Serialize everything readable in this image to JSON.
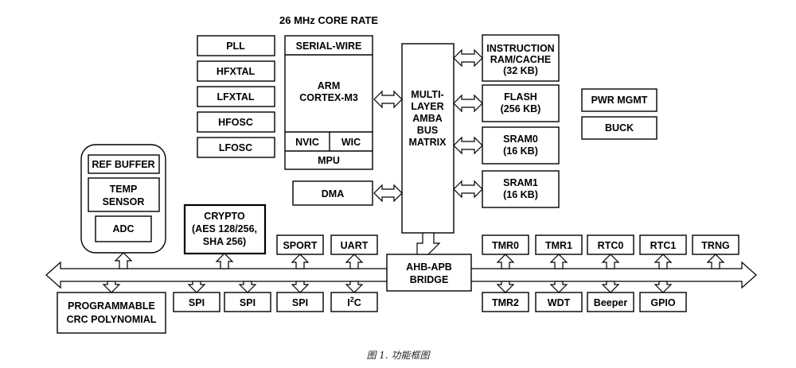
{
  "title": "26 MHz CORE RATE",
  "clocks": {
    "pll": "PLL",
    "hfxtal": "HFXTAL",
    "lfxtal": "LFXTAL",
    "hfosc": "HFOSC",
    "lfosc": "LFOSC"
  },
  "cpu": {
    "serial_wire": "SERIAL-WIRE",
    "arm_line1": "ARM",
    "arm_line2": "CORTEX-M3",
    "nvic": "NVIC",
    "wic": "WIC",
    "mpu": "MPU"
  },
  "dma": "DMA",
  "matrix": [
    "MULTI-",
    "LAYER",
    "AMBA",
    "BUS",
    "MATRIX"
  ],
  "memory": {
    "instr": [
      "INSTRUCTION",
      "RAM/CACHE",
      "(32 KB)"
    ],
    "flash": [
      "FLASH",
      "(256 KB)"
    ],
    "sram0": [
      "SRAM0",
      "(16 KB)"
    ],
    "sram1": [
      "SRAM1",
      "(16 KB)"
    ]
  },
  "power": {
    "pwr_mgmt": "PWR MGMT",
    "buck": "BUCK"
  },
  "analog": {
    "ref_buffer": "REF BUFFER",
    "temp_line1": "TEMP",
    "temp_line2": "SENSOR",
    "adc": "ADC"
  },
  "crypto": [
    "CRYPTO",
    "(AES 128/256,",
    "SHA 256)"
  ],
  "top_peripherals": {
    "sport": "SPORT",
    "uart": "UART",
    "tmr0": "TMR0",
    "tmr1": "TMR1",
    "rtc0": "RTC0",
    "rtc1": "RTC1",
    "trng": "TRNG"
  },
  "bridge": [
    "AHB-APB",
    "BRIDGE"
  ],
  "crc": [
    "PROGRAMMABLE",
    "CRC POLYNOMIAL"
  ],
  "bottom_peripherals": {
    "spi1": "SPI",
    "spi2": "SPI",
    "spi3": "SPI",
    "i2c_main": "I",
    "i2c_sup": "2",
    "i2c_end": "C",
    "tmr2": "TMR2",
    "wdt": "WDT",
    "beeper": "Beeper",
    "gpio": "GPIO"
  },
  "caption": "图 1.  功能框图"
}
